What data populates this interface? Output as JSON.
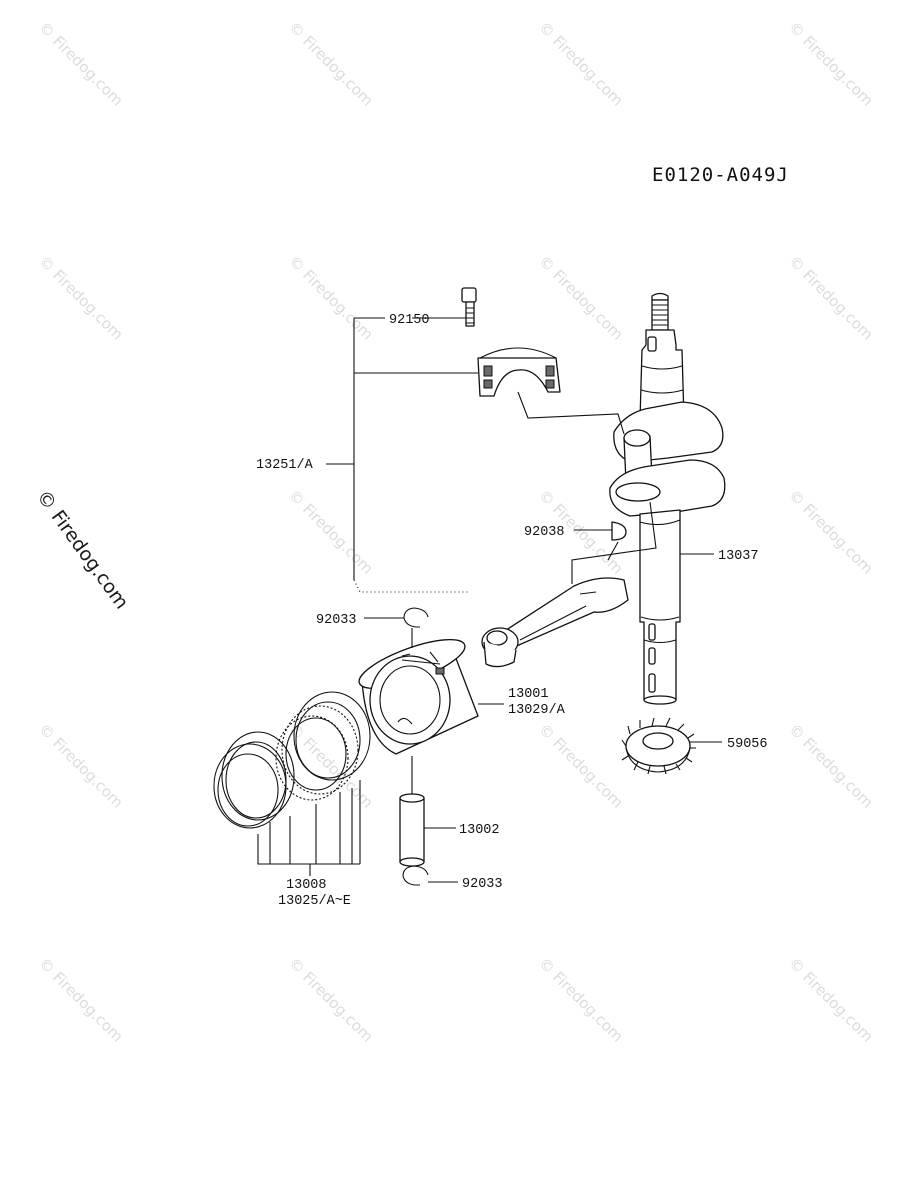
{
  "diagram": {
    "code": "E0120-A049J",
    "watermark": "© Firedog.com",
    "labels": {
      "p92150": "92150",
      "p13251": "13251/A",
      "p92038": "92038",
      "p13037": "13037",
      "p92033_top": "92033",
      "p13001": "13001",
      "p13029": "13029/A",
      "p59056": "59056",
      "p13002": "13002",
      "p92033_bottom": "92033",
      "p13008": "13008",
      "p13025": "13025/A~E"
    }
  }
}
